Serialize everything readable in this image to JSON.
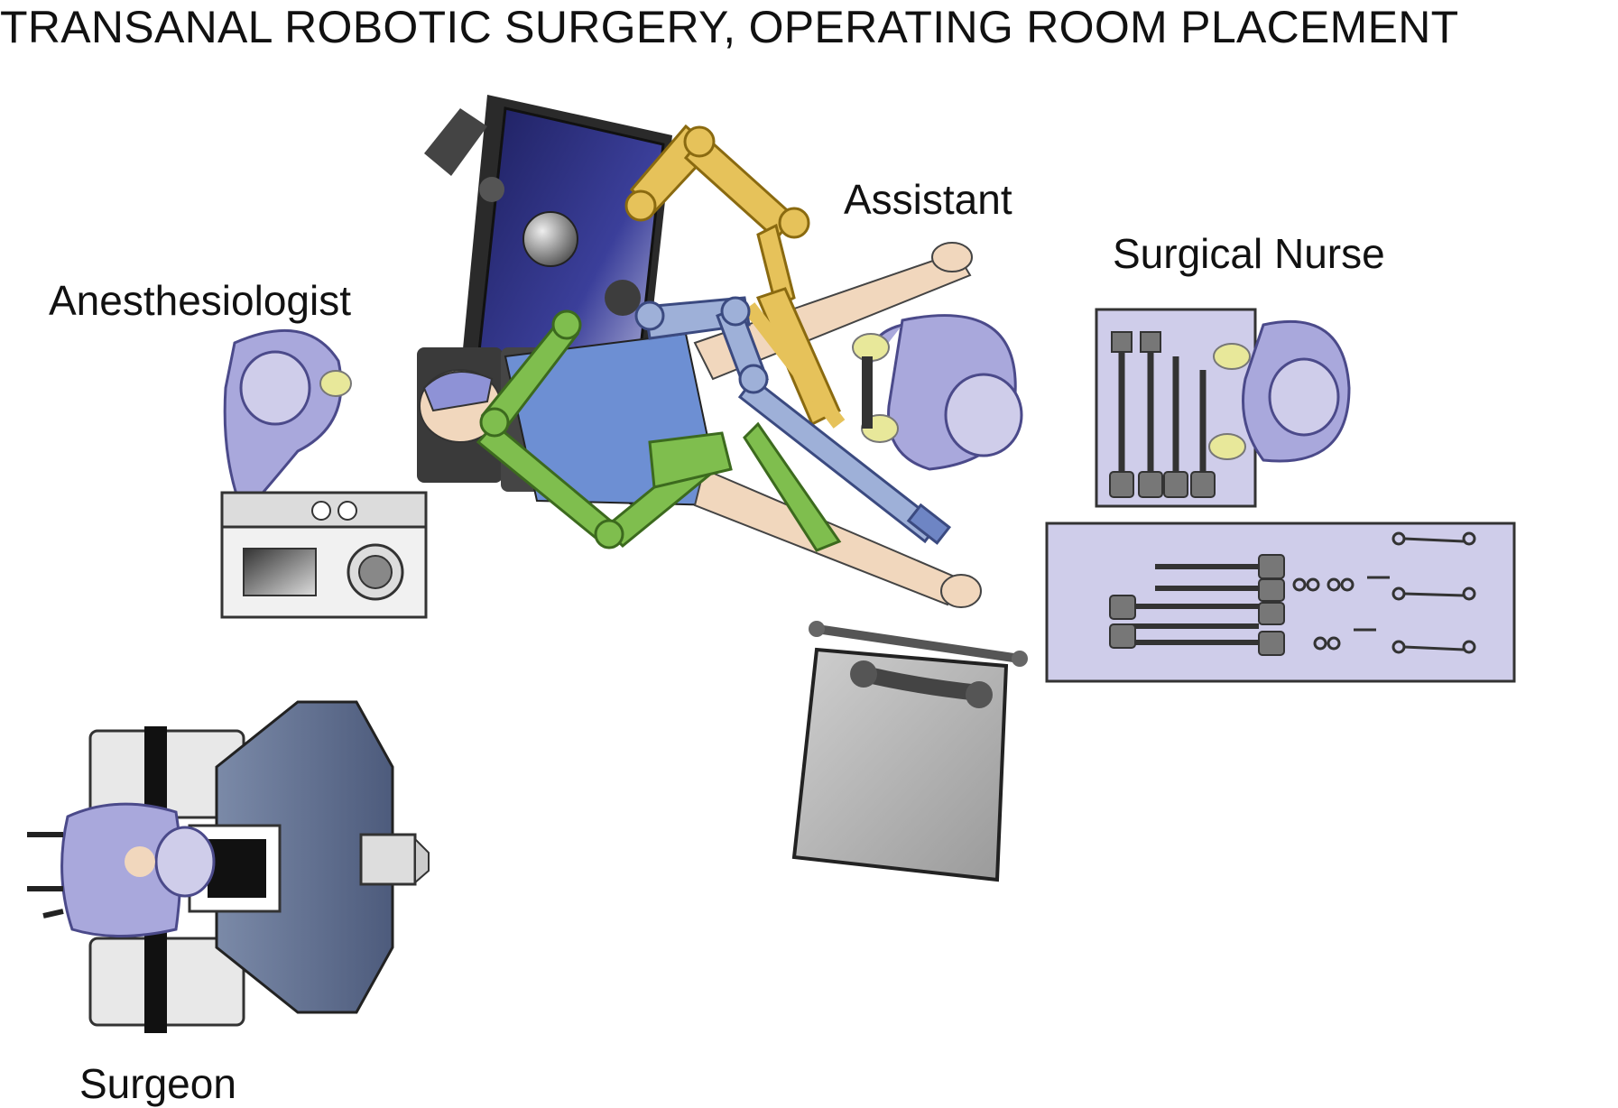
{
  "title": "TRANSANAL ROBOTIC SURGERY, OPERATING ROOM PLACEMENT",
  "labels": {
    "anesthesiologist": "Anesthesiologist",
    "assistant": "Assistant",
    "surgical_nurse": "Surgical Nurse",
    "surgeon": "Surgeon"
  },
  "colors": {
    "scrubs": "#a9a8dc",
    "scrubs_dark": "#4b4a8a",
    "gloves": "#e8e89a",
    "arm_yellow": "#e6c25a",
    "arm_blue": "#9eb0d8",
    "arm_green": "#7fbe4e",
    "cart_navy": "#2b2d78",
    "console_gray": "#5e6e8e",
    "tray_lavender": "#cfcdea",
    "skin": "#f1d7bd"
  }
}
